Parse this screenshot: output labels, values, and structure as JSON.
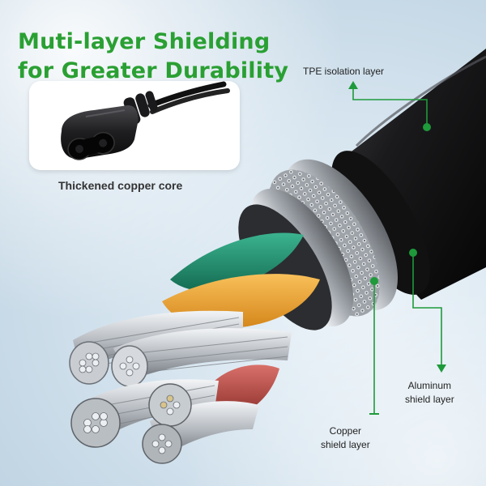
{
  "headline": {
    "line1": "Muti-layer Shielding",
    "line2": "for Greater Durability"
  },
  "plug_caption": "Thickened copper core",
  "labels": {
    "tpe": "TPE isolation layer",
    "aluminum_line1": "Aluminum",
    "aluminum_line2": "shield layer",
    "copper_line1": "Copper",
    "copper_line2": "shield layer"
  },
  "colors": {
    "accent_green": "#2aa033",
    "cable_black": "#1c1c1e",
    "insulation_green": "#1f8a6a",
    "insulation_orange": "#f3a42a",
    "insulation_red": "#c0514a"
  },
  "icons": {
    "plug": "figure-8-power-plug-icon"
  }
}
